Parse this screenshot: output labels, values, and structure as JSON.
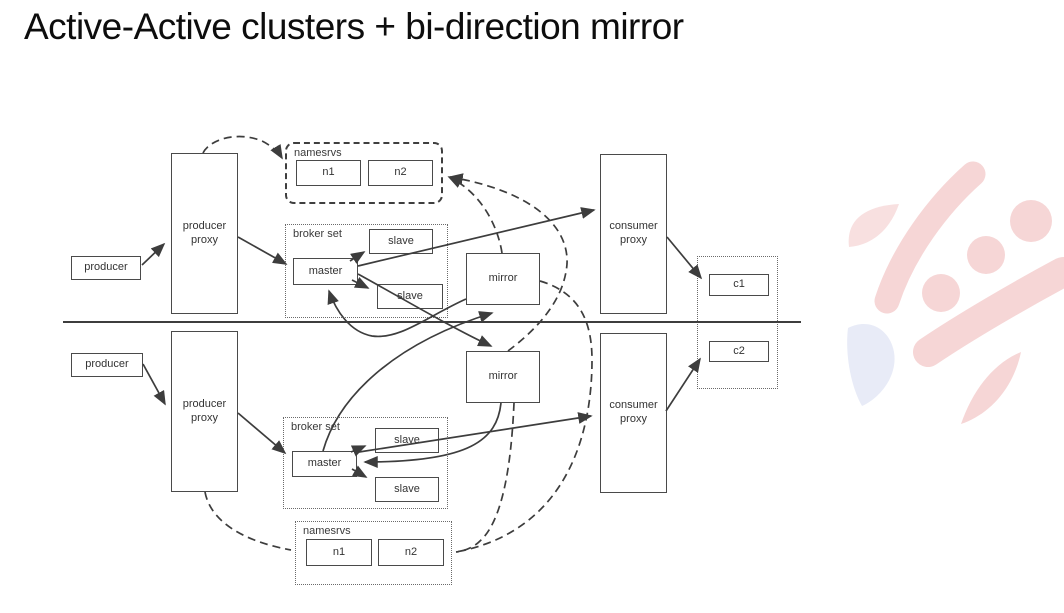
{
  "title": "Active-Active clusters + bi-direction mirror",
  "colors": {
    "line": "#3d3d3d",
    "watermark_pink": "#f6d6d6",
    "watermark_pink_soft": "#f8e0e0",
    "watermark_blue": "#e8ebf7"
  },
  "clusters": {
    "top": {
      "producer": "producer",
      "producer_proxy": "producer proxy",
      "namesrvs": {
        "label": "namesrvs",
        "n1": "n1",
        "n2": "n2"
      },
      "broker_set": {
        "label": "broker set",
        "master": "master",
        "slave1": "slave",
        "slave2": "slave"
      },
      "mirror": "mirror",
      "consumer_proxy": "consumer proxy",
      "consumer": "c1"
    },
    "bottom": {
      "producer": "producer",
      "producer_proxy": "producer proxy",
      "namesrvs": {
        "label": "namesrvs",
        "n1": "n1",
        "n2": "n2"
      },
      "broker_set": {
        "label": "broker set",
        "master": "master",
        "slave1": "slave",
        "slave2": "slave"
      },
      "mirror": "mirror",
      "consumer_proxy": "consumer proxy",
      "consumer": "c2"
    }
  }
}
